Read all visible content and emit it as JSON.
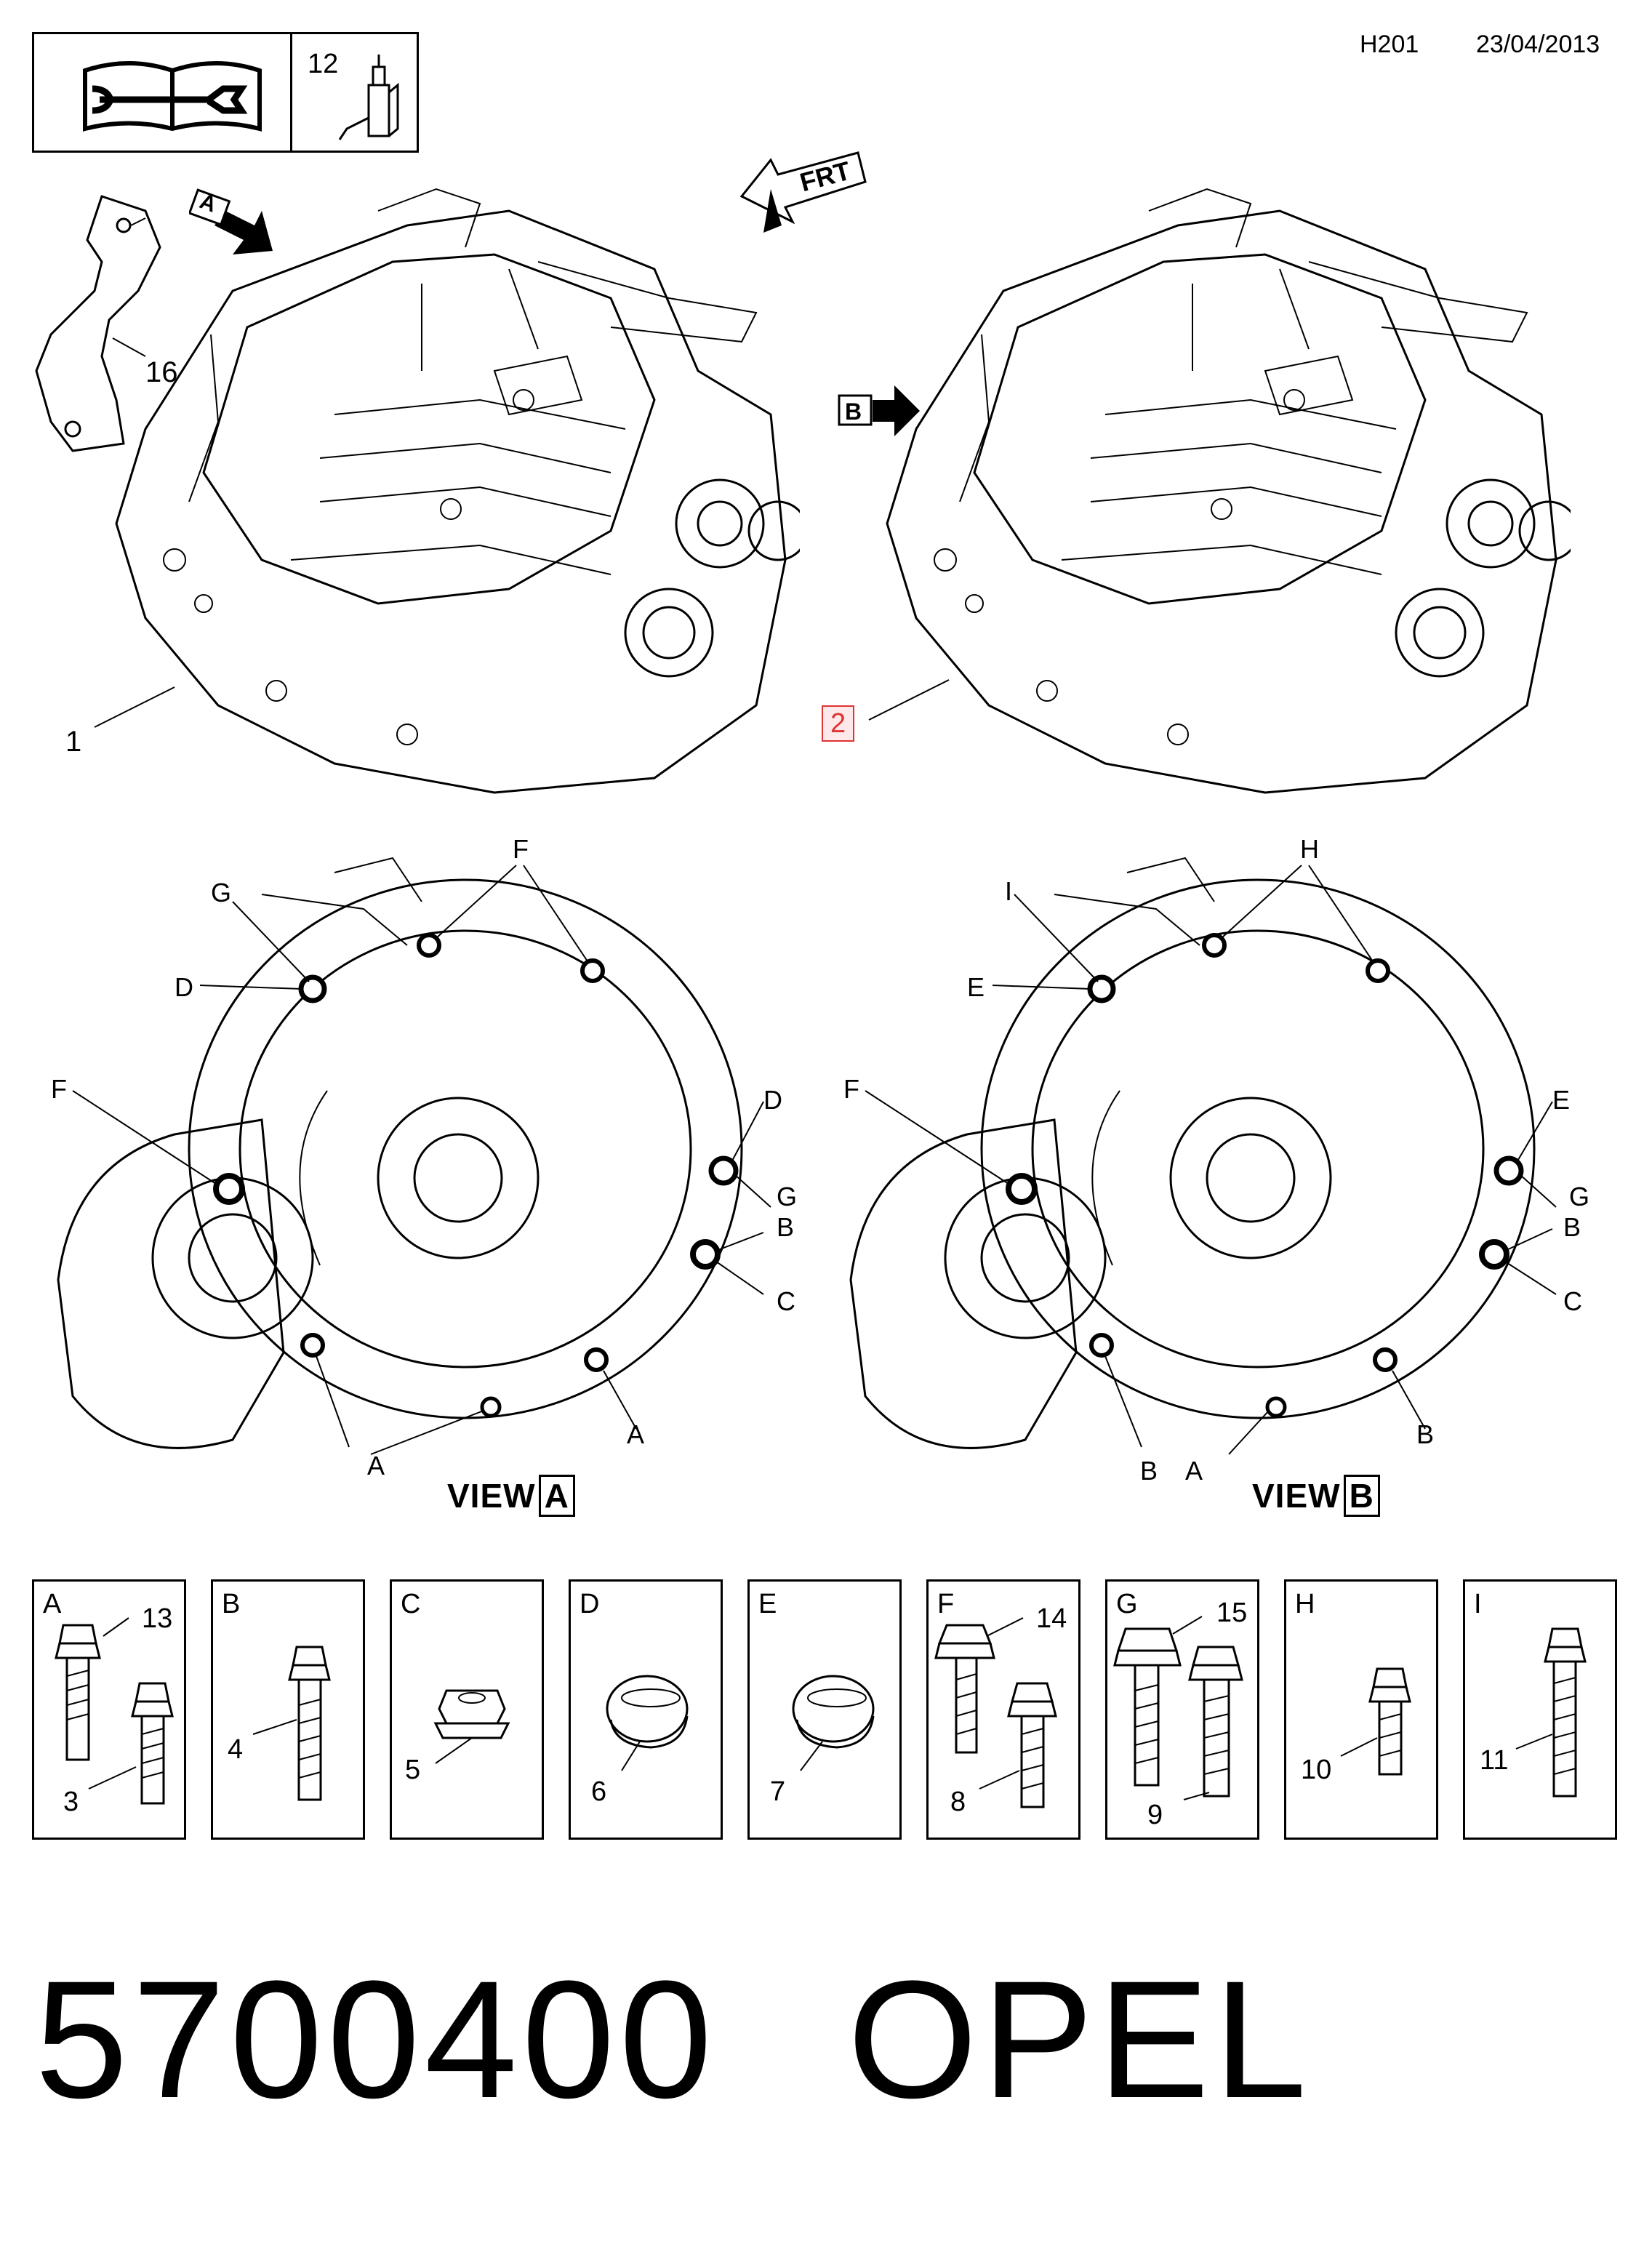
{
  "header": {
    "code": "H201",
    "date": "23/04/2013"
  },
  "icon_box": {
    "manual_icon": "manual-wrench-icon",
    "lubricant_number": "12",
    "lubricant_icon": "lubricant-bottle-icon"
  },
  "top_assemblies": {
    "bracket_label": "16",
    "transmission_a_label": "1",
    "transmission_b_label": "2",
    "arrow_a": "A",
    "arrow_b": "B",
    "front_arrow": "FRT"
  },
  "view_a": {
    "title": "VIEW",
    "letter": "A",
    "callouts": [
      "G",
      "F",
      "D",
      "F",
      "D",
      "G",
      "B",
      "C",
      "A",
      "A"
    ]
  },
  "view_b": {
    "title": "VIEW",
    "letter": "B",
    "callouts": [
      "I",
      "H",
      "E",
      "F",
      "E",
      "G",
      "B",
      "C",
      "B",
      "A",
      "B"
    ]
  },
  "parts": [
    {
      "letter": "A",
      "numbers": [
        "13",
        "3"
      ]
    },
    {
      "letter": "B",
      "numbers": [
        "4"
      ]
    },
    {
      "letter": "C",
      "numbers": [
        "5"
      ]
    },
    {
      "letter": "D",
      "numbers": [
        "6"
      ]
    },
    {
      "letter": "E",
      "numbers": [
        "7"
      ]
    },
    {
      "letter": "F",
      "numbers": [
        "14",
        "8"
      ]
    },
    {
      "letter": "G",
      "numbers": [
        "15",
        "9"
      ]
    },
    {
      "letter": "H",
      "numbers": [
        "10"
      ]
    },
    {
      "letter": "I",
      "numbers": [
        "11"
      ]
    }
  ],
  "footer": {
    "part_number": "5700400",
    "brand": "OPEL"
  }
}
